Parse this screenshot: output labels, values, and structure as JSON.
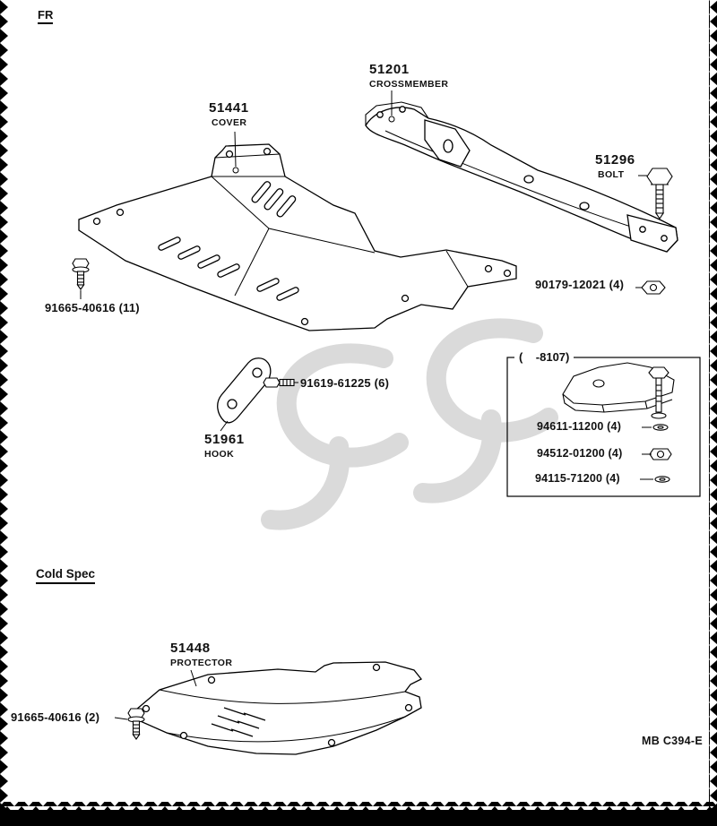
{
  "page": {
    "fr": "FR",
    "cold_spec": "Cold Spec",
    "doc_code": "MB C394-E"
  },
  "labels": {
    "crossmember": {
      "number": "51201",
      "name": "CROSSMEMBER"
    },
    "cover": {
      "number": "51441",
      "name": "COVER"
    },
    "bolt": {
      "number": "51296",
      "name": "BOLT"
    },
    "hook": {
      "number": "51961",
      "name": "HOOK"
    },
    "protector": {
      "number": "51448",
      "name": "PROTECTOR"
    }
  },
  "callouts": {
    "cover_screw": "91665-40616 (11)",
    "crossmember_nut": "90179-12021 (4)",
    "hook_bolt": "91619-61225 (6)",
    "protector_screw": "91665-40616 (2)"
  },
  "inset": {
    "header": "(    -8107)",
    "items": [
      "94611-11200 (4)",
      "94512-01200 (4)",
      "94115-71200 (4)"
    ]
  }
}
